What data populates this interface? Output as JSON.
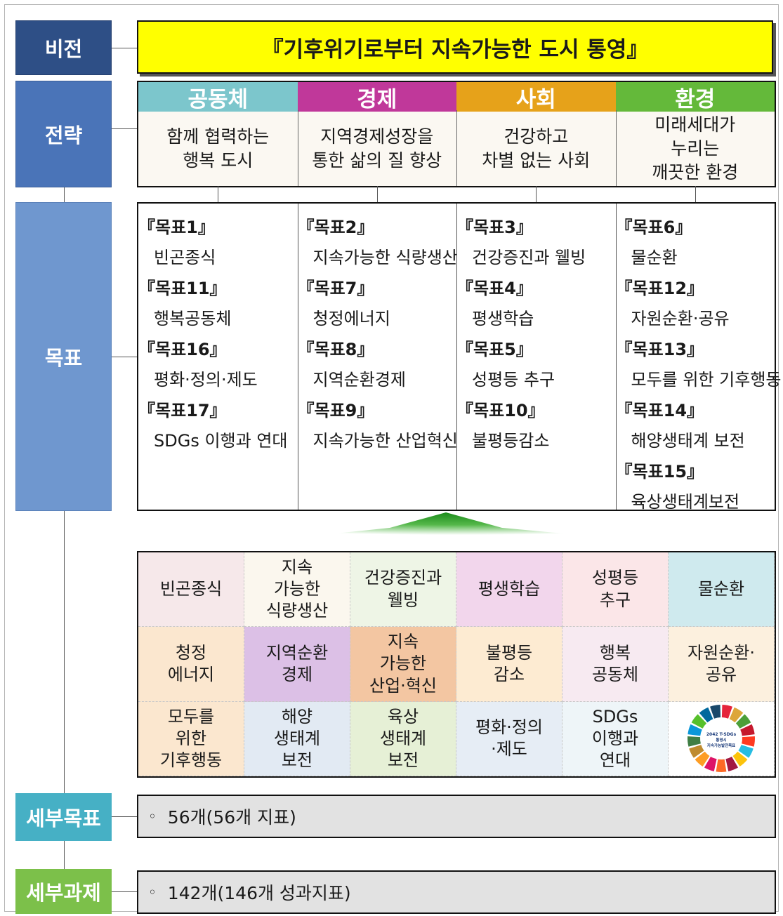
{
  "labels": {
    "vision": "비전",
    "strategy": "전략",
    "goals": "목표",
    "sub_goals": "세부목표",
    "sub_tasks": "세부과제"
  },
  "vision_text": "『기후위기로부터 지속가능한 도시 통영』",
  "strategies": [
    {
      "name": "공동체",
      "desc": "함께 협력하는\n행복 도시",
      "color": "#7cc6cc"
    },
    {
      "name": "경제",
      "desc": "지역경제성장을\n통한 삶의 질 향상",
      "color": "#c0389a"
    },
    {
      "name": "사회",
      "desc": "건강하고\n차별 없는 사회",
      "color": "#e6a21a"
    },
    {
      "name": "환경",
      "desc": "미래세대가\n누리는\n깨끗한 환경",
      "color": "#64b93a"
    }
  ],
  "goal_columns": [
    [
      {
        "title": "『목표1』",
        "desc": "빈곤종식"
      },
      {
        "title": "『목표11』",
        "desc": "행복공동체"
      },
      {
        "title": "『목표16』",
        "desc": "평화·정의·제도"
      },
      {
        "title": "『목표17』",
        "desc": "SDGs 이행과 연대"
      }
    ],
    [
      {
        "title": "『목표2』",
        "desc": "지속가능한 식량생산"
      },
      {
        "title": "『목표7』",
        "desc": "청정에너지"
      },
      {
        "title": "『목표8』",
        "desc": "지역순환경제"
      },
      {
        "title": "『목표9』",
        "desc": "지속가능한 산업혁신"
      }
    ],
    [
      {
        "title": "『목표3』",
        "desc": "건강증진과 웰빙"
      },
      {
        "title": "『목표4』",
        "desc": "평생학습"
      },
      {
        "title": "『목표5』",
        "desc": "성평등 추구"
      },
      {
        "title": "『목표10』",
        "desc": "불평등감소"
      }
    ],
    [
      {
        "title": "『목표6』",
        "desc": "물순환"
      },
      {
        "title": "『목표12』",
        "desc": "자원순환·공유"
      },
      {
        "title": "『목표13』",
        "desc": "모두를 위한 기후행동"
      },
      {
        "title": "『목표14』",
        "desc": "해양생태계 보전"
      },
      {
        "title": "『목표15』",
        "desc": "육상생태계보전"
      }
    ]
  ],
  "sdg_cells": [
    {
      "text": "빈곤종식",
      "color": "#f6e8ea"
    },
    {
      "text": "지속\n가능한\n식량생산",
      "color": "#fbf7ee"
    },
    {
      "text": "건강증진과\n웰빙",
      "color": "#eef5e6"
    },
    {
      "text": "평생학습",
      "color": "#f2d6ec"
    },
    {
      "text": "성평등\n추구",
      "color": "#fbe6e8"
    },
    {
      "text": "물순환",
      "color": "#cfeaee"
    },
    {
      "text": "청정\n에너지",
      "color": "#fbe7cf"
    },
    {
      "text": "지역순환\n경제",
      "color": "#dcc0e6"
    },
    {
      "text": "지속\n가능한\n산업·혁신",
      "color": "#f3c6a2"
    },
    {
      "text": "불평등\n감소",
      "color": "#fdebd2"
    },
    {
      "text": "행복\n공동체",
      "color": "#f7eaf1"
    },
    {
      "text": "자원순환·\n공유",
      "color": "#fcf0de"
    },
    {
      "text": "모두를\n위한\n기후행동",
      "color": "#fbe7cf"
    },
    {
      "text": "해양\n생태계\n보전",
      "color": "#e2eaf3"
    },
    {
      "text": "육상\n생태계\n보전",
      "color": "#e6f0d6"
    },
    {
      "text": "평화·정의\n·제도",
      "color": "#e6edf5"
    },
    {
      "text": "SDGs\n이행과\n연대",
      "color": "#eef5f8"
    }
  ],
  "logo": {
    "line1": "2042 T-SDGs",
    "line2": "통영시",
    "line3": "지속가능발전목표",
    "colors": [
      "#e5243b",
      "#dda63a",
      "#4c9f38",
      "#c5192d",
      "#ff3a21",
      "#26bde2",
      "#fcc30b",
      "#a21942",
      "#fd6925",
      "#dd1367",
      "#fd9d24",
      "#bf8b2e",
      "#3f7e44",
      "#0a97d9",
      "#56c02b",
      "#00689d",
      "#19486a"
    ]
  },
  "sub_goals_text": "56개(56개 지표)",
  "sub_tasks_text": "142개(146개 성과지표)",
  "bullet": "◦"
}
